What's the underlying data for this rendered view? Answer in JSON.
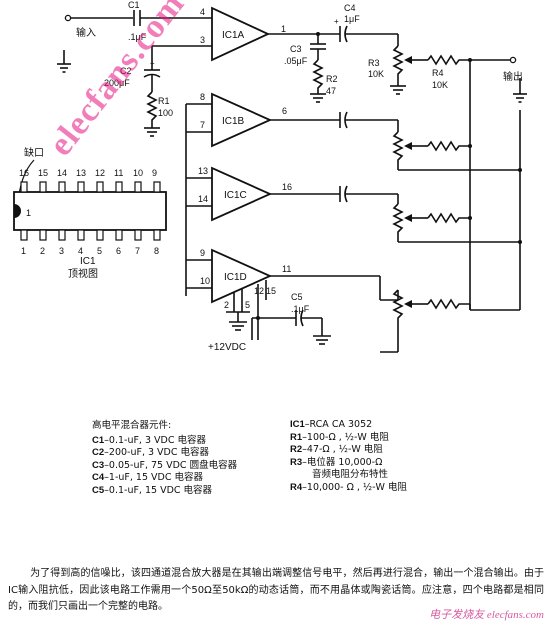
{
  "diagram": {
    "input_label": "输入",
    "output_label": "输出",
    "supply_label": "+12VDC",
    "notch_label": "缺口",
    "ic_caption": "IC1",
    "ic_view": "顶视图",
    "amps": [
      {
        "name": "IC1A",
        "in_pins": [
          "4",
          "3"
        ],
        "out_pin": "1"
      },
      {
        "name": "IC1B",
        "in_pins": [
          "8",
          "7"
        ],
        "out_pin": "6"
      },
      {
        "name": "IC1C",
        "in_pins": [
          "13",
          "14"
        ],
        "out_pin": "16"
      },
      {
        "name": "IC1D",
        "in_pins": [
          "9",
          "10"
        ],
        "out_pin": "11"
      }
    ],
    "bottom_pins": [
      "2",
      "5",
      "12",
      "15"
    ],
    "components": {
      "c1": [
        "C1",
        ".1μF"
      ],
      "c2": [
        "C2",
        "200μF"
      ],
      "c3": [
        "C3",
        ".05μF"
      ],
      "c4": [
        "C4",
        "1μF"
      ],
      "c5": [
        "C5",
        ".1μF"
      ],
      "r1": [
        "R1",
        "100"
      ],
      "r2": [
        "R2",
        "47"
      ],
      "r3": [
        "R3",
        "10K"
      ],
      "r4": [
        "R4",
        "10K"
      ]
    },
    "chip_top_pins": [
      "16",
      "15",
      "14",
      "13",
      "12",
      "11",
      "10",
      "9"
    ],
    "chip_bottom_pins": [
      "1",
      "2",
      "3",
      "4",
      "5",
      "6",
      "7",
      "8"
    ],
    "chip_mark": "1"
  },
  "parts_list": {
    "heading": "高电平混合器元件:",
    "left": [
      {
        "ref": "C1",
        "text": "–0.1-uF, 3 VDC 电容器"
      },
      {
        "ref": "C2",
        "text": "–200-uF, 3 VDC 电容器"
      },
      {
        "ref": "C3",
        "text": "–0.05-uF, 75 VDC 圆盘电容器"
      },
      {
        "ref": "C4",
        "text": "–1-uF, 15 VDC 电容器"
      },
      {
        "ref": "C5",
        "text": "–0.1-uF, 15 VDC 电容器"
      }
    ],
    "right": [
      {
        "ref": "IC1",
        "text": "–RCA CA 3052"
      },
      {
        "ref": "R1",
        "text": "–100-Ω       , ½-W 电阻"
      },
      {
        "ref": "R2",
        "text": "–47-Ω        , ½-W 电阻"
      },
      {
        "ref": "R3",
        "text": "–电位器             10,000-Ω"
      },
      {
        "ref": "",
        "text": "音频电阻分布特性"
      },
      {
        "ref": "R4",
        "text": "–10,000-     Ω , ½-W 电阻"
      }
    ]
  },
  "description": "为了得到高的信噪比，该四通道混合放大器是在其输出端调整信号电平，然后再进行混合，输出一个混合输出。由于IC输入阻抗低，因此该电路工作需用一个50Ω至50kΩ的动态话筒，而不用晶体或陶瓷话筒。应注意，四个电路都是相同的，而我们只画出一个完整的电路。",
  "watermark": "elecfans.com",
  "watermark_corner": "电子发烧友 elecfans.com"
}
